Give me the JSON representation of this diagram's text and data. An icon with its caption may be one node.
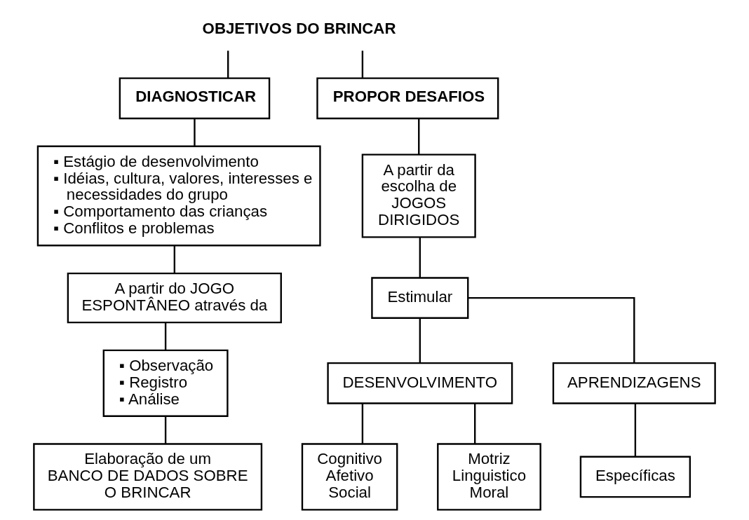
{
  "diagram": {
    "nodes": [
      {
        "text": [
          "OBJETIVOS DO BRINCAR"
        ]
      },
      {
        "text": [
          "DIAGNOSTICAR"
        ]
      },
      {
        "text": [
          "PROPOR DESAFIOS"
        ]
      },
      {
        "text": [
          "▪ Estágio de desenvolvimento",
          "▪ Idéias, cultura, valores, interesses e necessidades do grupo",
          "▪ Comportamento das crianças",
          "▪ Conflitos e problemas"
        ]
      },
      {
        "text": [
          "A partir do JOGO ESPONTÂNEO através da"
        ]
      },
      {
        "text": [
          "▪ Observação",
          "▪ Registro",
          "▪ Análise"
        ]
      },
      {
        "text": [
          "Elaboração de um BANCO DE DADOS SOBRE O BRINCAR"
        ]
      },
      {
        "text": [
          "A partir da escolha de JOGOS DIRIGIDOS"
        ]
      },
      {
        "text": [
          "Estimular"
        ]
      },
      {
        "text": [
          "DESENVOLVIMENTO"
        ]
      },
      {
        "text": [
          "APRENDIZAGENS"
        ]
      },
      {
        "text": [
          "Cognitivo",
          "Afetivo",
          "Social"
        ]
      },
      {
        "text": [
          "Motriz",
          "Linguistico",
          "Moral"
        ]
      },
      {
        "text": [
          "Específicas"
        ]
      }
    ],
    "edges": [
      {
        "from": 0,
        "to": 1,
        "arrow": "none"
      },
      {
        "from": 0,
        "to": 2,
        "arrow": "none"
      },
      {
        "from": 1,
        "to": 3,
        "arrow": "none"
      },
      {
        "from": 3,
        "to": 4,
        "arrow": "none"
      },
      {
        "from": 4,
        "to": 5,
        "arrow": "none"
      },
      {
        "from": 5,
        "to": 6,
        "arrow": "none"
      },
      {
        "from": 2,
        "to": 7,
        "arrow": "none"
      },
      {
        "from": 7,
        "to": 8,
        "arrow": "none"
      },
      {
        "from": 8,
        "to": 9,
        "arrow": "none"
      },
      {
        "from": 8,
        "to": 10,
        "arrow": "none"
      },
      {
        "from": 9,
        "to": 11,
        "arrow": "none"
      },
      {
        "from": 9,
        "to": 12,
        "arrow": "none"
      },
      {
        "from": 10,
        "to": 13,
        "arrow": "none"
      }
    ]
  }
}
